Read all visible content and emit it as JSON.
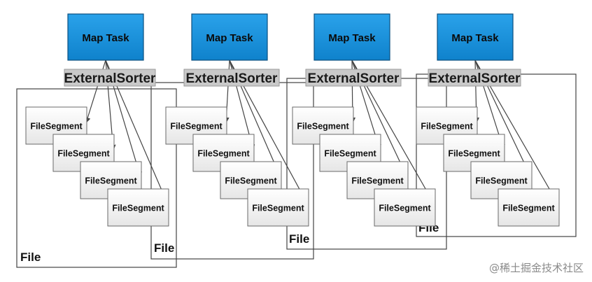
{
  "diagram": {
    "columns": [
      {
        "map_task": "Map Task",
        "sorter": "ExternalSorter",
        "segments": [
          "FileSegment",
          "FileSegment",
          "FileSegment",
          "FileSegment"
        ],
        "file_label": "File"
      },
      {
        "map_task": "Map Task",
        "sorter": "ExternalSorter",
        "segments": [
          "FileSegment",
          "FileSegment",
          "FileSegment",
          "FileSegment"
        ],
        "file_label": "File"
      },
      {
        "map_task": "Map Task",
        "sorter": "ExternalSorter",
        "segments": [
          "FileSegment",
          "FileSegment",
          "FileSegment",
          "FileSegment"
        ],
        "file_label": "File"
      },
      {
        "map_task": "Map Task",
        "sorter": "ExternalSorter",
        "segments": [
          "FileSegment",
          "FileSegment",
          "FileSegment",
          "FileSegment"
        ],
        "file_label": "File"
      }
    ]
  },
  "colors": {
    "map_task_fill": "#1a8fd9",
    "map_task_border": "#0b4f80",
    "sorter_fill": "#c9c9c9",
    "segment_fill": "#f2f2f2",
    "line": "#444444"
  },
  "watermark": "@稀土掘金技术社区"
}
